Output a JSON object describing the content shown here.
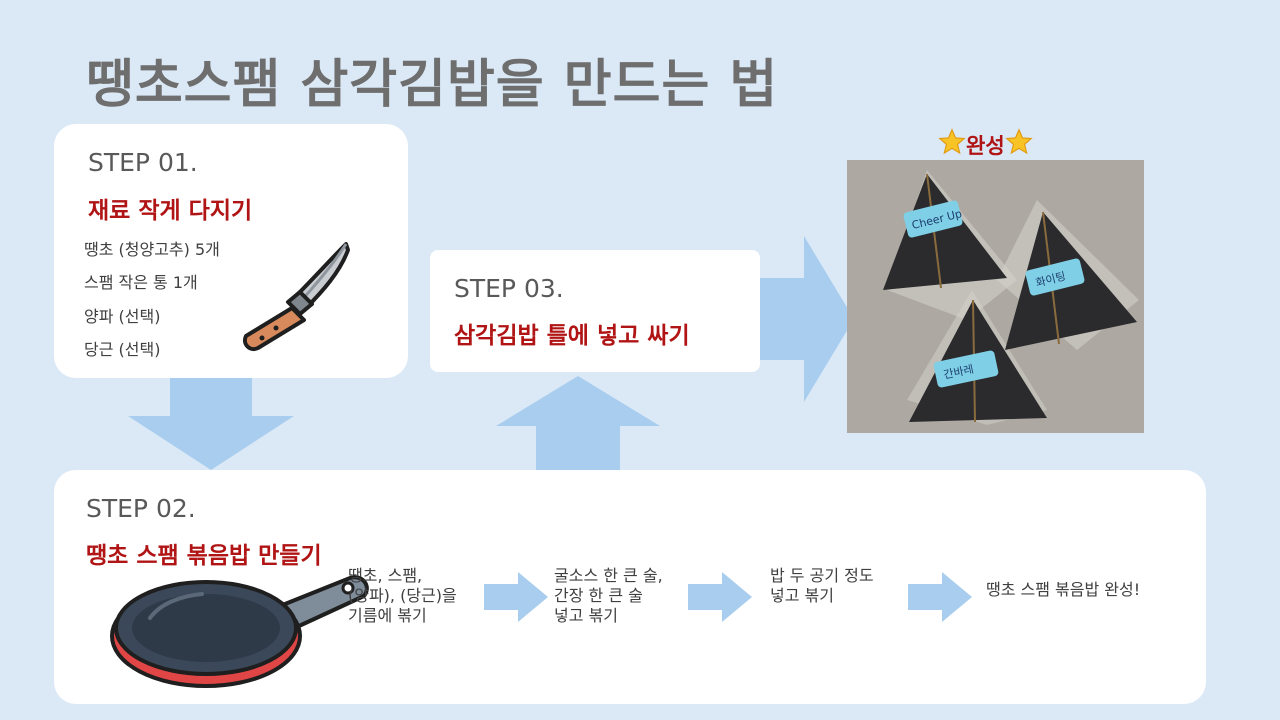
{
  "title": "땡초스팸 삼각김밥을 만드는 법",
  "step1": {
    "label": "STEP 01.",
    "subtitle": "재료 작게 다지기",
    "ingredients": [
      "땡초 (청양고추) 5개",
      "스팸 작은 통 1개",
      "양파 (선택)",
      "당근 (선택)"
    ],
    "icon": "knife-icon"
  },
  "step2": {
    "label": "STEP 02.",
    "subtitle": "땡초 스팸 볶음밥 만들기",
    "icon": "frying-pan-icon",
    "process": [
      "땡초, 스팸,\n(양파), (당근)을\n기름에 볶기",
      "굴소스 한 큰 술,\n간장 한 큰 술\n넣고 볶기",
      "밥 두 공기 정도\n넣고 볶기",
      "땡초 스팸 볶음밥 완성!"
    ]
  },
  "step3": {
    "label": "STEP 03.",
    "subtitle": "삼각김밥 틀에 넣고 싸기"
  },
  "result": {
    "label": "완성",
    "icon": "star-icon",
    "photo_tags": [
      "Cheer Up",
      "화이팅",
      "간바레"
    ]
  },
  "colors": {
    "background": "#dbe9f7",
    "arrow": "#a9cdee",
    "accent": "#b01414",
    "title": "#6e6e6e"
  }
}
